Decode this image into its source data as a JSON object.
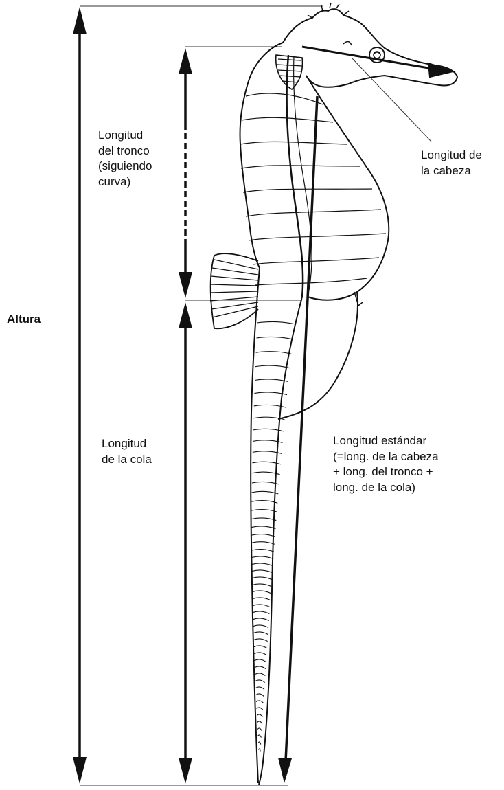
{
  "labels": {
    "altura": "Altura",
    "tronco": [
      "Longitud",
      "del tronco",
      "(siguiendo",
      "curva)"
    ],
    "cabeza": [
      "Longitud de",
      "la cabeza"
    ],
    "cola": [
      "Longitud",
      "de la cola"
    ],
    "estandar": [
      "Longitud estándar",
      "(=long. de la cabeza",
      "+ long. del tronco +",
      "long. de la cola)"
    ]
  },
  "colors": {
    "ink": "#111111",
    "background": "#ffffff"
  }
}
